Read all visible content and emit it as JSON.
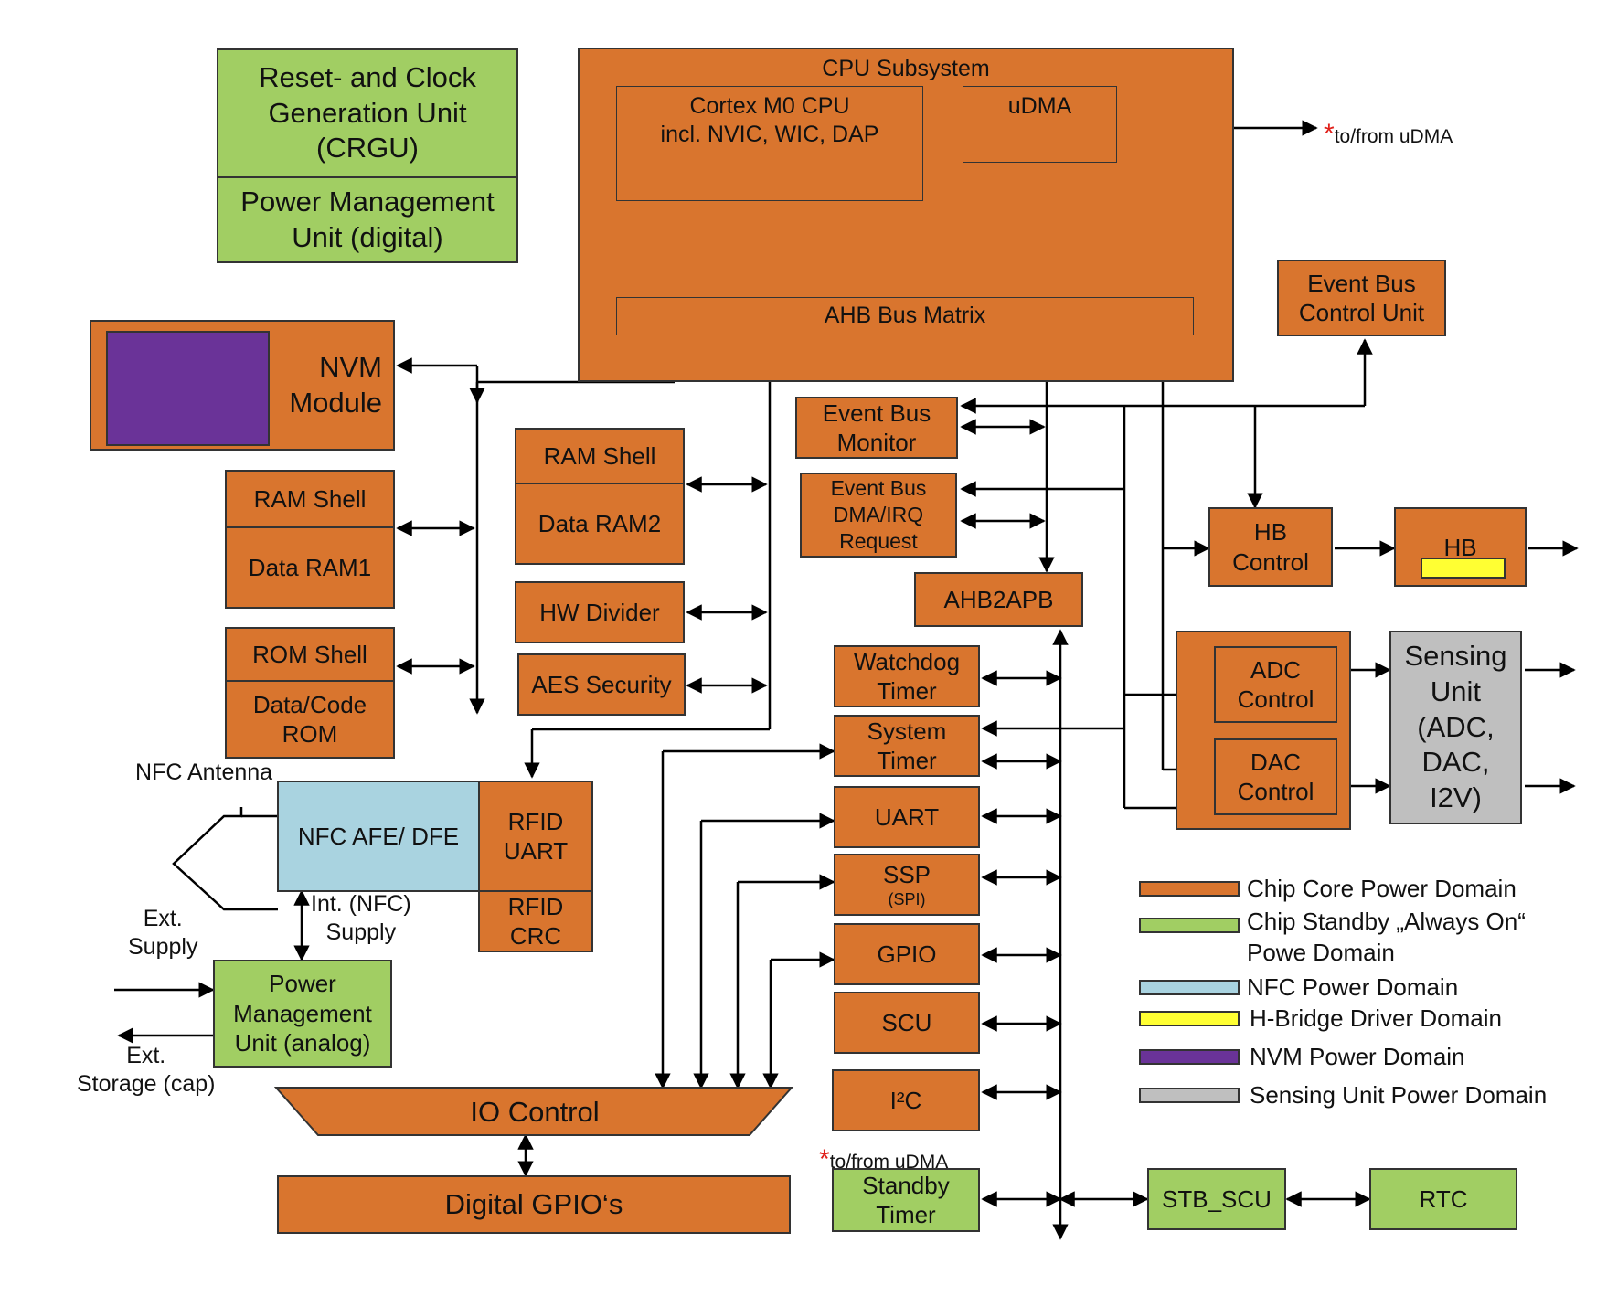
{
  "colors": {
    "core": "#D9752E",
    "standby": "#A1CE63",
    "nfc": "#A9D3E0",
    "hbridge": "#FFFF33",
    "nvm": "#6A3398",
    "sensing": "#BFBFBF"
  },
  "blocks": {
    "crgu": "Reset- and Clock\nGeneration Unit\n(CRGU)",
    "pmu_digital": "Power Management\nUnit (digital)",
    "cpu_subsystem": "CPU Subsystem",
    "cortex": "Cortex M0 CPU\nincl. NVIC, WIC, DAP",
    "udma": "uDMA",
    "ahb_bus_matrix": "AHB Bus Matrix",
    "event_bus_control": "Event Bus\nControl Unit",
    "nvm_module": "NVM\nModule",
    "ram_shell_1": "RAM Shell",
    "data_ram1": "Data RAM1",
    "ram_shell_2": "RAM Shell",
    "data_ram2": "Data RAM2",
    "rom_shell": "ROM Shell",
    "data_code_rom": "Data/Code\nROM",
    "hw_divider": "HW Divider",
    "aes_security": "AES Security",
    "event_bus_monitor": "Event Bus\nMonitor",
    "event_bus_dma": "Event Bus\nDMA/IRQ\nRequest",
    "ahb2apb": "AHB2APB",
    "hb_control": "HB\nControl",
    "hb": "HB",
    "adc_control": "ADC\nControl",
    "dac_control": "DAC\nControl",
    "sensing_unit": "Sensing\nUnit\n(ADC,\nDAC,\nI2V)",
    "watchdog": "Watchdog\nTimer",
    "system_timer": "System\nTimer",
    "uart": "UART",
    "ssp": "SSP",
    "ssp_sub": "(SPI)",
    "gpio": "GPIO",
    "scu": "SCU",
    "i2c": "I²C",
    "standby_timer": "Standby\nTimer",
    "stb_scu": "STB_SCU",
    "rtc": "RTC",
    "nfc_afe": "NFC AFE/ DFE",
    "rfid_uart": "RFID\nUART",
    "rfid_crc": "RFID\nCRC",
    "pmu_analog": "Power\nManagement\nUnit (analog)",
    "io_control": "IO Control",
    "digital_gpio": "Digital GPIO‘s"
  },
  "labels": {
    "to_from_udma_top": "to/from uDMA",
    "to_from_udma_bottom": "to/from uDMA",
    "star": "*",
    "nfc_antenna": "NFC Antenna",
    "int_nfc_supply": "Int. (NFC)\nSupply",
    "ext_supply": "Ext.\nSupply",
    "ext_storage": "Ext.\nStorage (cap)"
  },
  "legend": [
    {
      "label": "Chip Core Power Domain",
      "color": "#D9752E"
    },
    {
      "label": "Chip Standby „Always On“\nPowe Domain",
      "color": "#A1CE63"
    },
    {
      "label": "NFC Power Domain",
      "color": "#A9D3E0"
    },
    {
      "label": "H-Bridge Driver Domain",
      "color": "#FFFF33"
    },
    {
      "label": "NVM Power Domain",
      "color": "#6A3398"
    },
    {
      "label": "Sensing Unit Power Domain",
      "color": "#BFBFBF"
    }
  ]
}
